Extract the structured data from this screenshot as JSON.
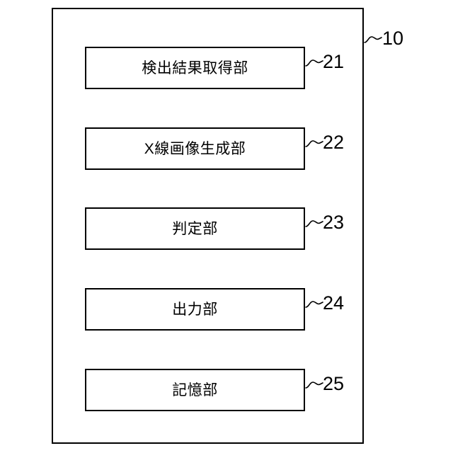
{
  "figure": {
    "type": "patent-block-diagram",
    "background_color": "#ffffff",
    "line_color": "#000000",
    "apparatus": {
      "numeral": "10",
      "leader_icon": "wavy-leader-line"
    },
    "units": [
      {
        "label": "検出結果取得部",
        "numeral": "21",
        "leader_icon": "wavy-leader-line"
      },
      {
        "label": "X線画像生成部",
        "numeral": "22",
        "leader_icon": "wavy-leader-line"
      },
      {
        "label": "判定部",
        "numeral": "23",
        "leader_icon": "wavy-leader-line"
      },
      {
        "label": "出力部",
        "numeral": "24",
        "leader_icon": "wavy-leader-line"
      },
      {
        "label": "記憶部",
        "numeral": "25",
        "leader_icon": "wavy-leader-line"
      }
    ]
  }
}
